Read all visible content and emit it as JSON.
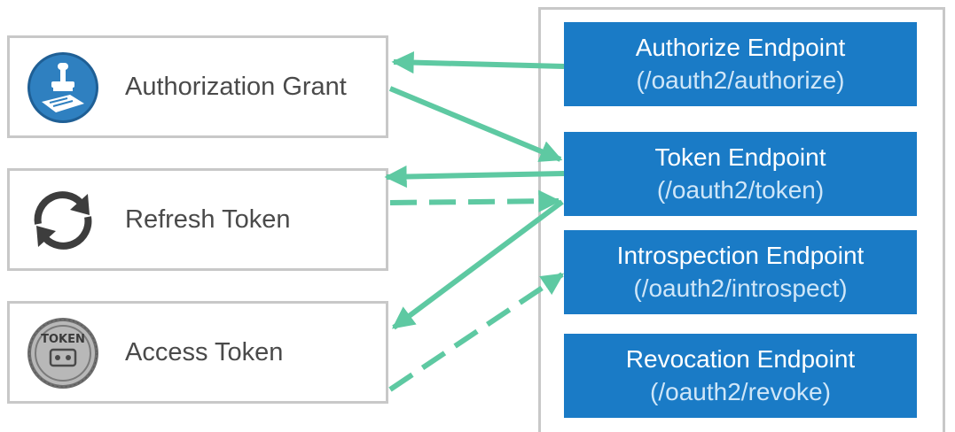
{
  "colors": {
    "endpoint_fill": "#1a7bc6",
    "arrow": "#5ec9a2",
    "box_border": "#c8c8c8",
    "label_text": "#4a4a4a"
  },
  "clients": [
    {
      "label": "Authorization Grant",
      "icon": "stamp-icon"
    },
    {
      "label": "Refresh Token",
      "icon": "refresh-icon"
    },
    {
      "label": "Access Token",
      "icon": "token-coin-icon"
    }
  ],
  "coin_text": "TOKEN",
  "endpoints": [
    {
      "name": "Authorize Endpoint",
      "path": "(/oauth2/authorize)"
    },
    {
      "name": "Token Endpoint",
      "path": "(/oauth2/token)"
    },
    {
      "name": "Introspection Endpoint",
      "path": "(/oauth2/introspect)"
    },
    {
      "name": "Revocation Endpoint",
      "path": "(/oauth2/revoke)"
    }
  ],
  "connections": [
    {
      "from": "authorize-endpoint",
      "to": "authorization-grant",
      "style": "solid"
    },
    {
      "from": "authorization-grant",
      "to": "token-endpoint",
      "style": "solid"
    },
    {
      "from": "token-endpoint",
      "to": "refresh-token",
      "style": "solid"
    },
    {
      "from": "refresh-token",
      "to": "token-endpoint",
      "style": "dashed"
    },
    {
      "from": "token-endpoint",
      "to": "access-token",
      "style": "solid"
    },
    {
      "from": "access-token",
      "to": "introspection-endpoint",
      "style": "dashed"
    }
  ]
}
